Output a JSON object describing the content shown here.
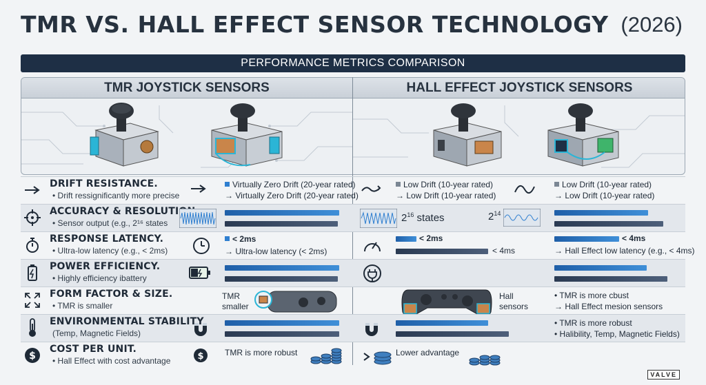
{
  "header": {
    "title": "TMR VS. HALL EFFECT SENSOR TECHNOLOGY",
    "year": "(2026)",
    "banner": "PERFORMANCE METRICS COMPARISON"
  },
  "columns": {
    "left": "TMR JOYSTICK SENSORS",
    "right": "HALL EFFECT JOYSTICK SENSORS"
  },
  "colors": {
    "accent_blue": "#2f7fd0",
    "navy": "#1e2f45",
    "cyan_highlight": "#2bb5d6",
    "copper": "#c9854a"
  },
  "rows": [
    {
      "title": "DRIFT RESISTANCE.",
      "desc": "• Drift ressignificantly more precise",
      "icon": "arrow-right-icon",
      "tmr_notes": [
        "Virtually Zero Drift (20-year rated)",
        "Virtually Zero Drift (20-year rated)"
      ],
      "hall_a_notes": [
        "Low Drift (10-year rated)",
        "Low Drift (10-year rated)"
      ],
      "hall_b_notes": [
        "Low Drift (10-year rated)",
        "Low Drift (10-year rated)"
      ]
    },
    {
      "title": "ACCURACY & RESOLUTION.",
      "desc": "• Sensor output (e.g., 2¹⁶ states",
      "icon": "crosshair-icon",
      "hall_base": "2",
      "hall_exp": "16",
      "hall_states": "states",
      "hall_base_b": "2",
      "hall_exp_b": "14"
    },
    {
      "title": "RESPONSE LATENCY.",
      "desc": "• Ultra-low latency (e.g., < 2ms)",
      "icon": "stopwatch-icon",
      "tmr_notes": [
        "< 2ms",
        "Ultra-low latency (< 2ms)"
      ],
      "hall_a_top": "< 2ms",
      "hall_a_bottom": "< 4ms",
      "hall_b_top": "< 4ms",
      "hall_b_bottom": "Hall Effect low latency (e.g., < 4ms)"
    },
    {
      "title": "POWER EFFICIENCY.",
      "desc": "• Highly efficiency ibattery",
      "icon": "battery-icon"
    },
    {
      "title": "FORM FACTOR & SIZE.",
      "desc": "• TMR is smaller",
      "icon": "expand-icon",
      "tmr_label": "TMR",
      "tmr_label2": "smaller",
      "hall_label": "Hall",
      "hall_label2": "sensors",
      "hall_notes": [
        "TMR is more cbust",
        "Hall Effect mesion sensors"
      ]
    },
    {
      "title": "ENVIRONMENTAL STABILITY",
      "desc": "(Temp, Magnetic Fields)",
      "icon": "thermometer-icon",
      "hall_notes": [
        "TMR is more robust",
        "Halibility, Temp, Magnetic Fields)"
      ]
    },
    {
      "title": "COST PER UNIT.",
      "desc": "• Hall Effect with cost advantage",
      "icon": "dollar-icon",
      "tmr_note": "TMR is more robust",
      "hall_note": "Lower advantage"
    }
  ],
  "logo": "VALVE"
}
